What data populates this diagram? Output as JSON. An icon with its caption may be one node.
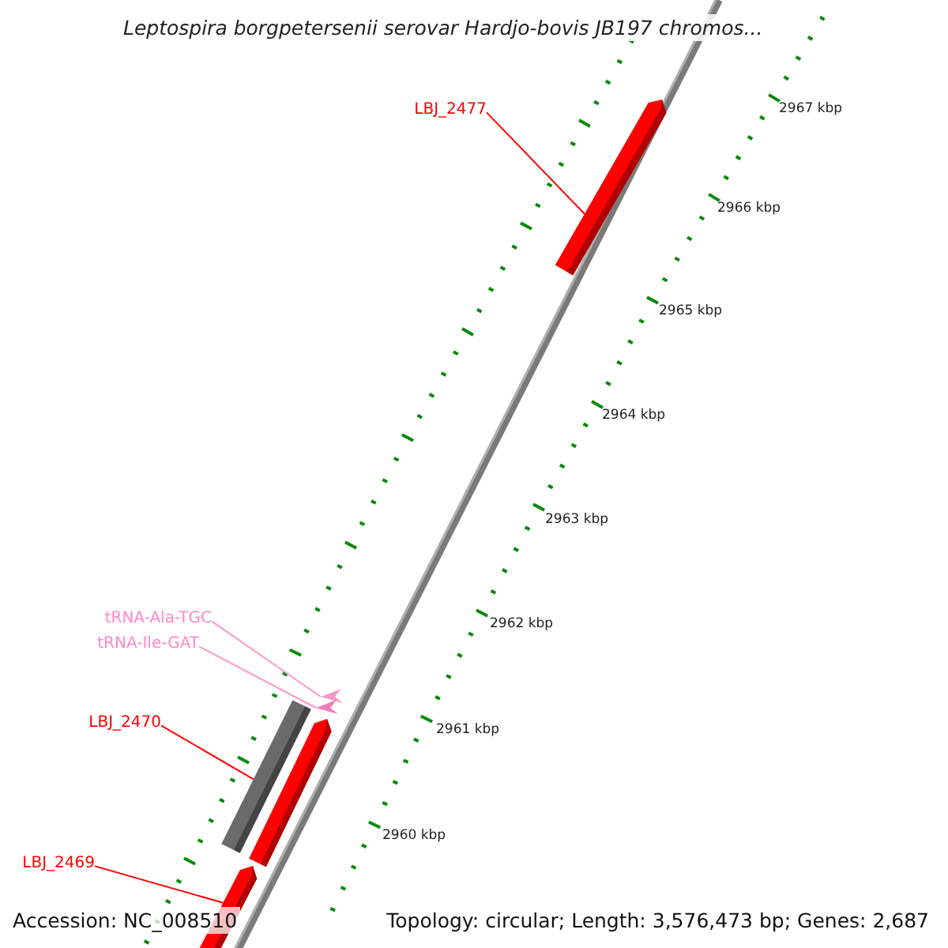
{
  "diagram": {
    "title": "Leptospira borgpetersenii serovar Hardjo-bovis JB197 chromos...",
    "nodes": [
      {
        "text": [
          "LBJ_2477"
        ]
      },
      {
        "text": [],
        "shape": "bar"
      },
      {
        "text": [
          "tRNA-Ala-TGC"
        ]
      },
      {
        "text": [
          "tRNA-Ile-GAT"
        ]
      },
      {
        "text": [],
        "shape": "chevron"
      },
      {
        "text": [],
        "shape": "chevron"
      },
      {
        "text": [
          "LBJ_2470"
        ]
      },
      {
        "text": [],
        "shape": "bar"
      },
      {
        "text": [],
        "shape": "bar"
      },
      {
        "text": [
          "LBJ_2469"
        ]
      },
      {
        "text": [],
        "shape": "bar"
      }
    ],
    "edges": [
      {
        "from": 0,
        "to": 1,
        "arrow": "none"
      },
      {
        "from": 2,
        "to": 4,
        "arrow": "none",
        "color": "#ff99cc"
      },
      {
        "from": 3,
        "to": 5,
        "arrow": "none",
        "color": "#ff99cc"
      },
      {
        "from": 6,
        "to": 7,
        "arrow": "none"
      },
      {
        "from": 9,
        "to": 10,
        "arrow": "none"
      }
    ],
    "labels": [
      "2967 kbp",
      "2966 kbp",
      "2965 kbp",
      "2964 kbp",
      "2963 kbp",
      "2962 kbp",
      "2961 kbp",
      "2960 kbp",
      "Accession: NC_008510",
      "Topology: circular; Length: 3,576,473 bp; Genes: 2,687"
    ]
  }
}
